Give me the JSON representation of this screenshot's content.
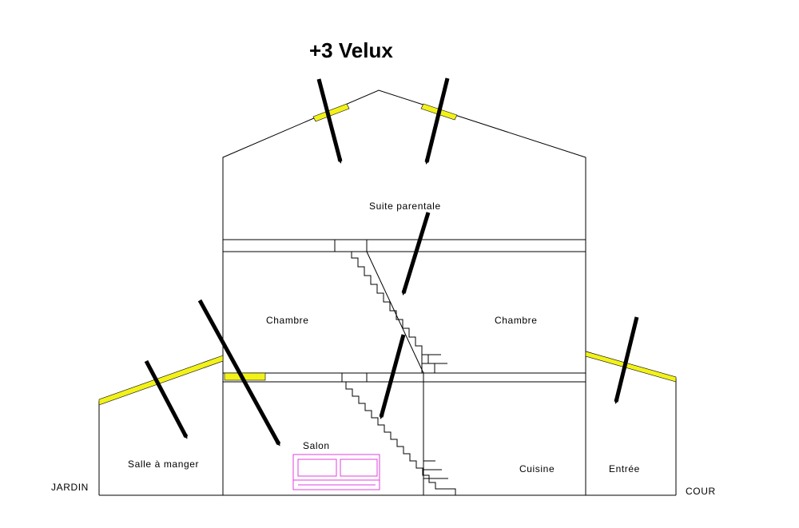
{
  "title": "+3 Velux",
  "rooms": {
    "suite_parentale": "Suite parentale",
    "chambre_left": "Chambre",
    "chambre_right": "Chambre",
    "salon": "Salon",
    "salle_a_manger": "Salle à manger",
    "cuisine": "Cuisine",
    "entree": "Entrée"
  },
  "sides": {
    "left": "JARDIN",
    "right": "COUR"
  },
  "colors": {
    "skylight": "#f2f21a",
    "furniture": "#e040e0",
    "wall": "#000000",
    "arrow": "#000000"
  }
}
